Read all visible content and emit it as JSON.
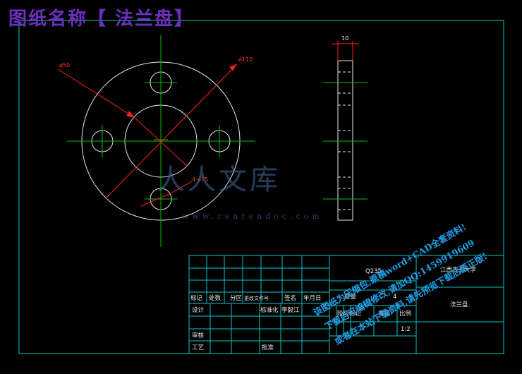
{
  "banner_title": "图纸名称【 法兰盘】",
  "dimensions": {
    "d50": "ø50",
    "d110": "ø110",
    "holes": "4-ø15",
    "thickness": "10"
  },
  "title_block": {
    "material": "Q235",
    "school": "江西农业大学",
    "part_name": "法兰盘",
    "scale_value": "1:2",
    "quantity_label": "数量",
    "quantity_value": "4",
    "header_row": [
      "标记",
      "处数",
      "分区",
      "更改文件号",
      "签名",
      "年月日"
    ],
    "design": "设计",
    "standardization": "标准化",
    "stage_mark": "阶段标记",
    "weight": "重量",
    "scale_label": "比例",
    "review": "审核",
    "process": "工艺",
    "approve": "批准",
    "signer": "李毅江"
  },
  "watermark": {
    "logo": "人人文库",
    "url": "www.renrendoc.com"
  },
  "promo_lines": [
    "该图纸为压缩包,原稿word+CAD全套资料!",
    "下载后可编辑修改,请加QQ:1459919609",
    "或者在本站下载资料,请先预览下载后更正版!"
  ],
  "colors": {
    "outline": "#e8e8e8",
    "centerline": "#00c000",
    "dimension": "#ff2020",
    "frame": "#00c8c8",
    "banner": "#6b2fbf"
  }
}
